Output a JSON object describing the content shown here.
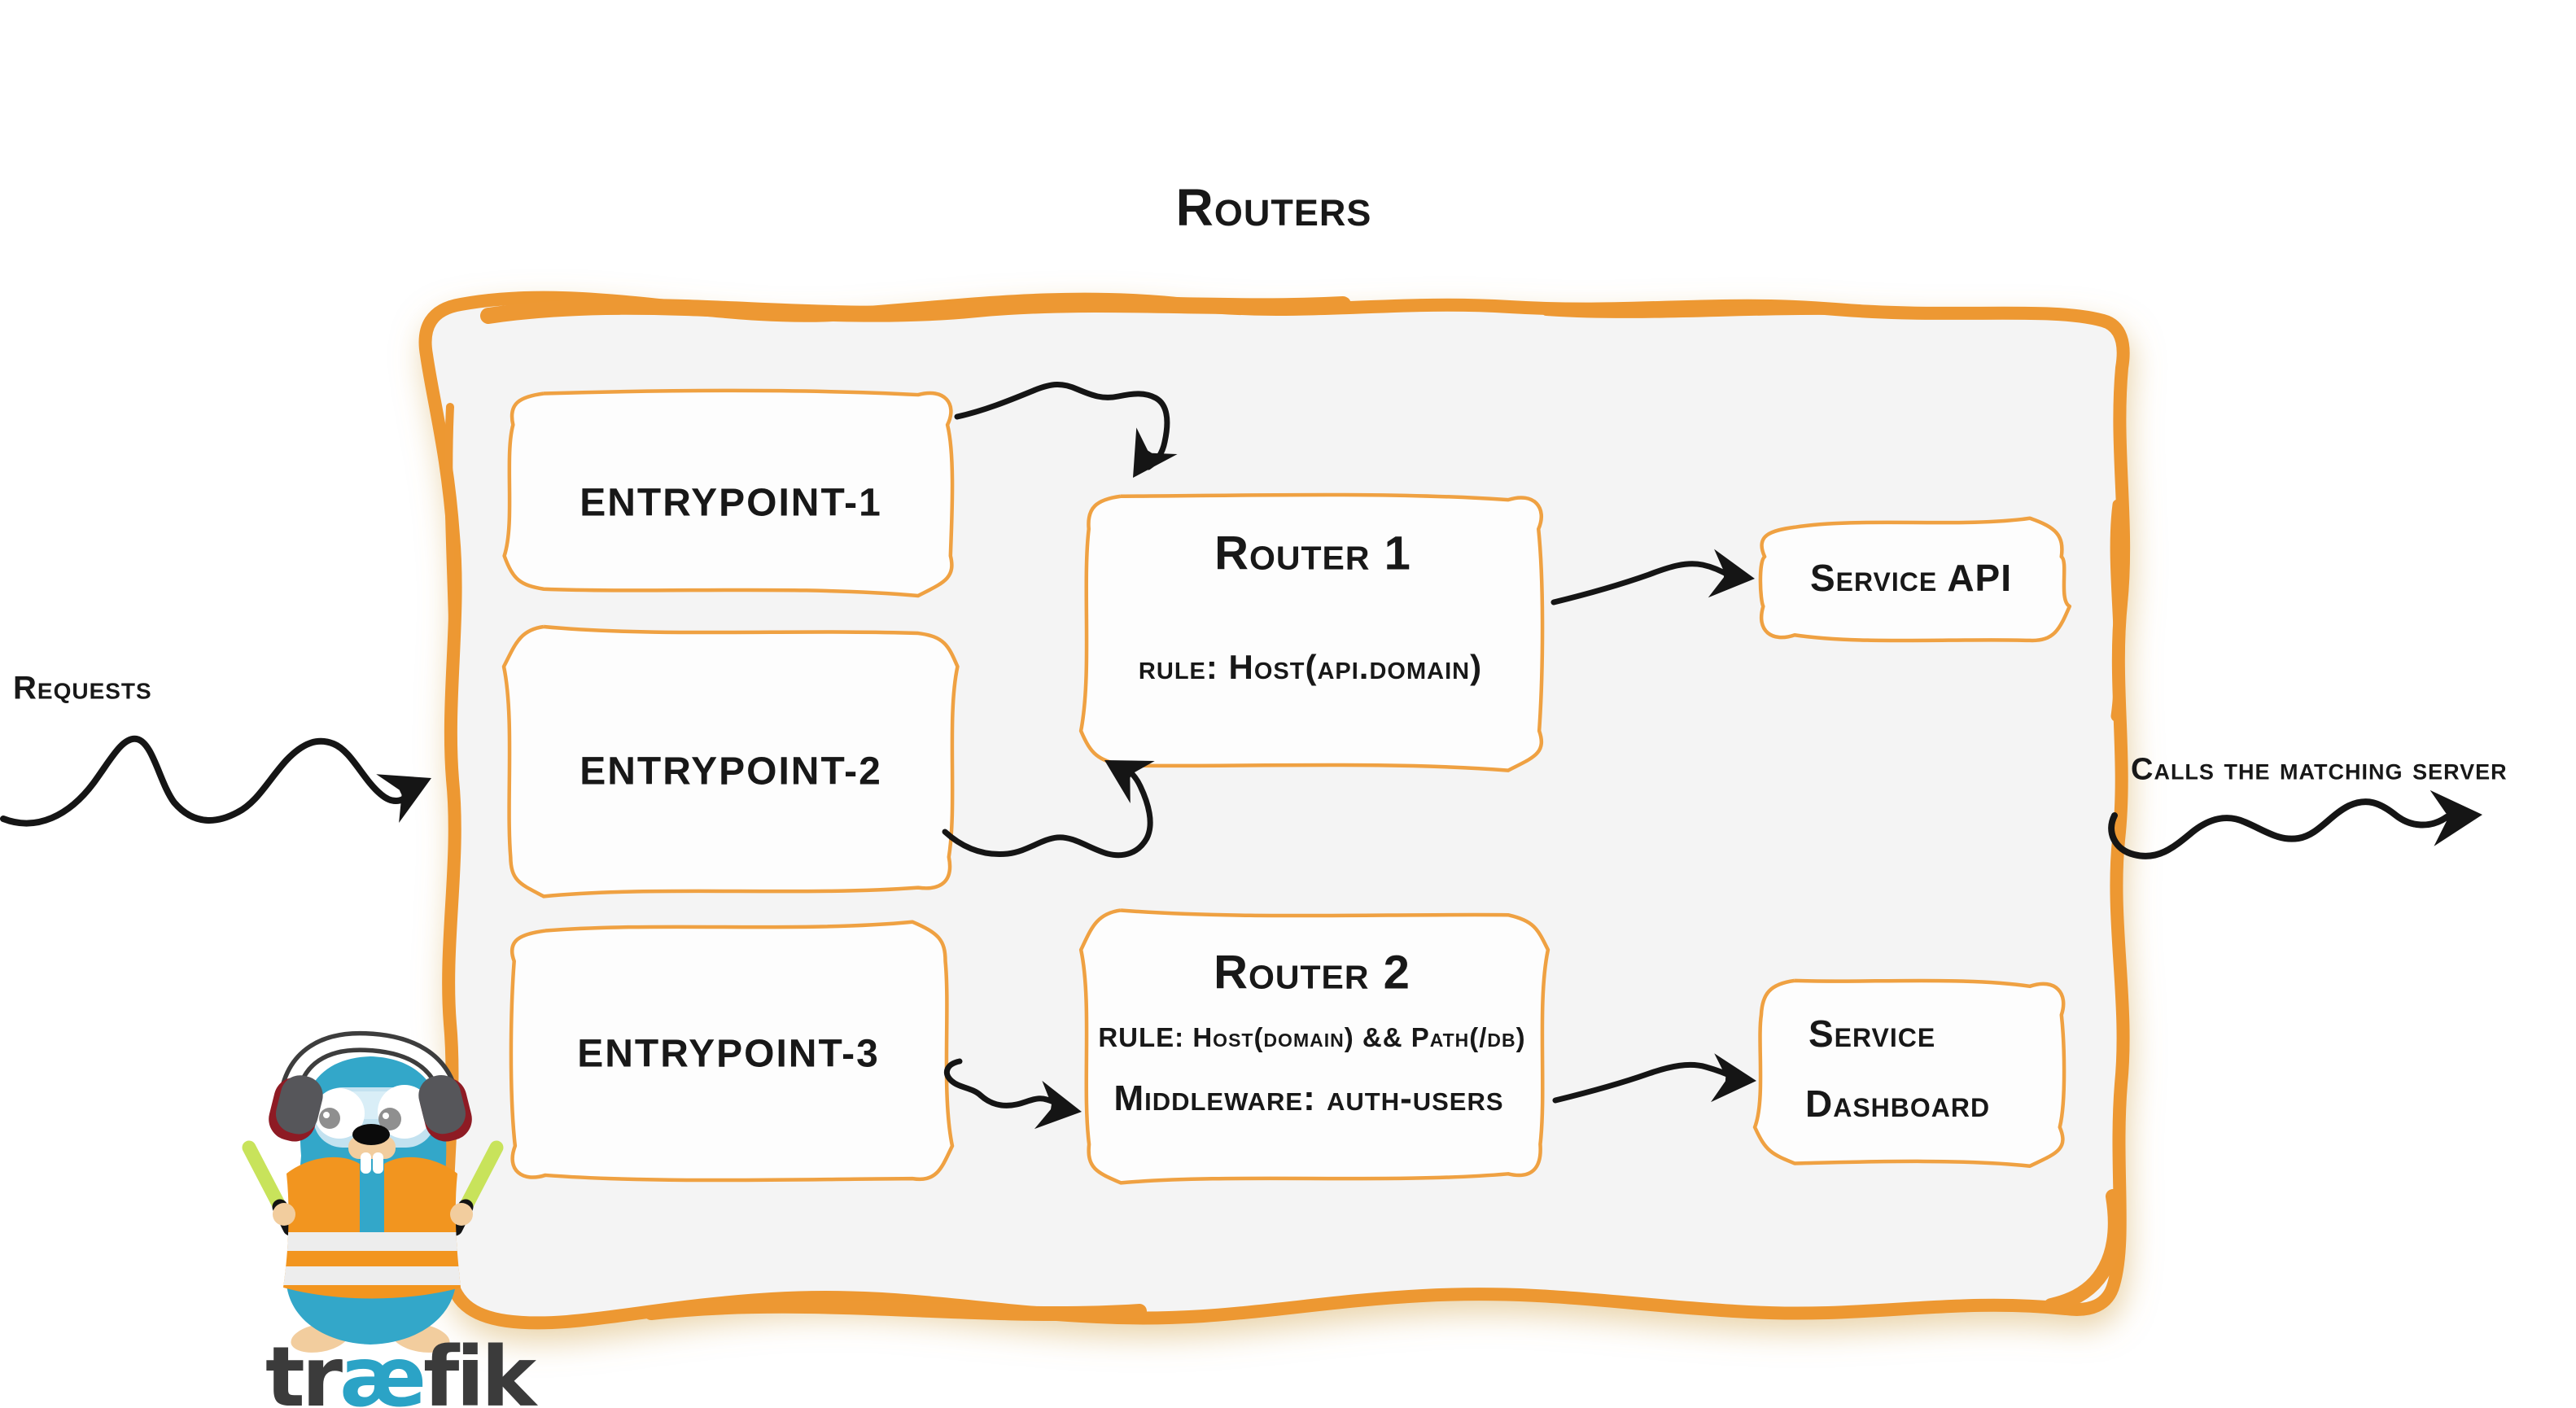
{
  "colors": {
    "accent_orange": "#ED9833",
    "inner_border_orange": "#EFA142",
    "panel_fill": "#F4F4F4",
    "ink_black": "#161616",
    "logo_teal": "#2BA3C6",
    "logo_dark_gray": "#3B3B3B",
    "gopher_body_teal": "#33A7C9",
    "vest_orange": "#F2951F",
    "baton_green": "#C8E35B"
  },
  "header": {
    "title": "Routers"
  },
  "flow": {
    "incoming_label": "Requests",
    "outgoing_label": "Calls the matching server"
  },
  "entrypoints": [
    {
      "label": "ENTRYPOINT-1"
    },
    {
      "label": "ENTRYPOINT-2"
    },
    {
      "label": "ENTRYPOINT-3"
    }
  ],
  "routers": [
    {
      "title": "Router 1",
      "rule": "rule: Host(api.domain)"
    },
    {
      "title": "Router 2",
      "rule": "RULE: Host(domain) && Path(/db)",
      "middleware": "Middleware: auth-users"
    }
  ],
  "services": [
    {
      "label": "Service API"
    },
    {
      "label_line1": "Service",
      "label_line2": "Dashboard"
    }
  ],
  "logo": {
    "wordmark": {
      "part1": "tr",
      "part2": "æ",
      "part3": "fik"
    }
  }
}
